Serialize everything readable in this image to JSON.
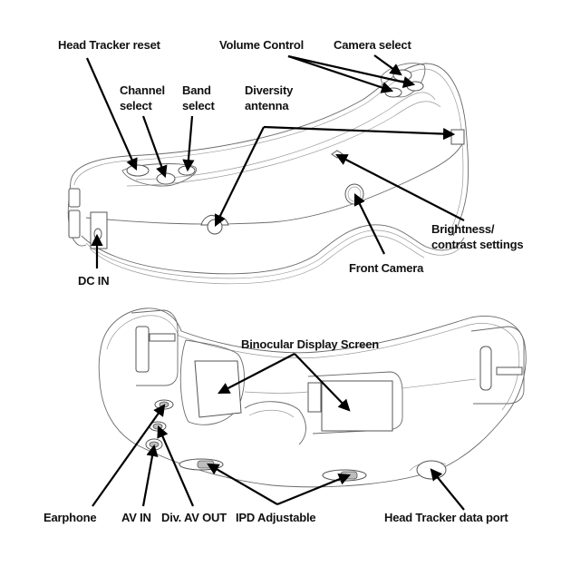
{
  "diagram": {
    "subject": "FPV video goggles",
    "top_view": {
      "labels": {
        "head_tracker_reset": "Head Tracker reset",
        "volume_control": "Volume Control",
        "camera_select": "Camera select",
        "channel_select_line1": "Channel",
        "channel_select_line2": "select",
        "band_select_line1": "Band",
        "band_select_line2": "select",
        "diversity_antenna_line1": "Diversity",
        "diversity_antenna_line2": "antenna",
        "brightness_line1": "Brightness/",
        "brightness_line2": "contrast settings",
        "front_camera": "Front Camera",
        "dc_in": "DC IN"
      }
    },
    "bottom_view": {
      "labels": {
        "binocular_display": "Binocular Display Screen",
        "earphone": "Earphone",
        "av_in": "AV IN",
        "div_av_out": "Div. AV OUT",
        "ipd_adjustable": "IPD Adjustable",
        "head_tracker_data_port": "Head Tracker data port"
      }
    },
    "colors": {
      "background": "#ffffff",
      "label_text": "#111111",
      "leader_lines": "#000000",
      "outline": "#6a6a6a"
    }
  }
}
